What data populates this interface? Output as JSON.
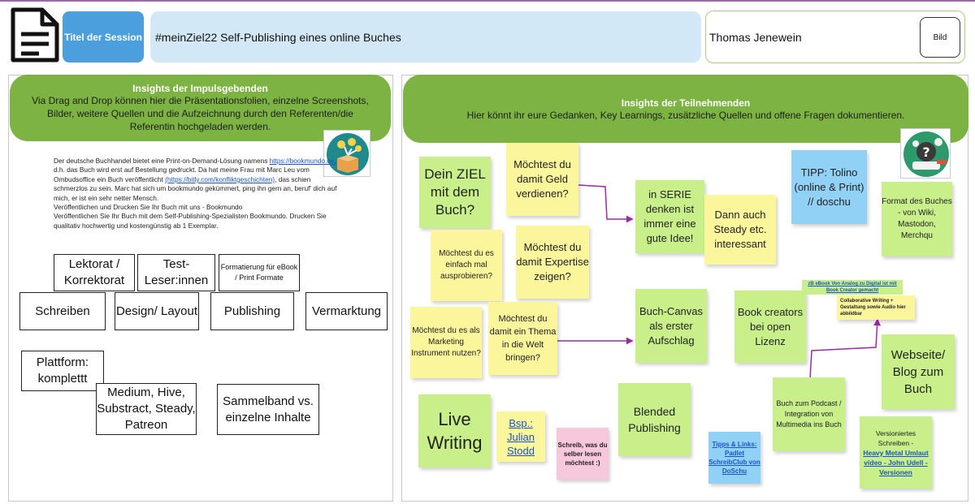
{
  "header": {
    "title_label": "Titel der Session",
    "session_title": "#meinZiel22 Self-Publishing eines online Buches",
    "author": "Thomas Jenewein",
    "image_button": "Bild"
  },
  "left_panel": {
    "banner_title": "Insights der Impulsgebenden",
    "banner_desc": "Via Drag and Drop können hier die Präsentationsfolien, einzelne Screenshots, Bilder, weitere Quellen und die Aufzeichnung durch den Referenten/die Referentin hochgeladen werden.",
    "text_a": "Der deutsche Buchhandel bietet eine Print-on-Demand-Lösung namens",
    "link_a": "https://bookmundo.de",
    "text_b": ", d.h. das Buch wird erst auf Bestellung gedruckt. Da hat meine Frau mit Marc Leu vom Ombudsoffice ein Buch veröffentlicht",
    "link_b": "(https://bitly.com/konfliktgeschichten)",
    "text_c": ", das schien schmerzlos zu sein. Marc hat sich um bookmundo gekümmert, ping ihn gern an, beruf' dich auf mich, er ist ein sehr netter Mensch.",
    "text_d": "Veröffentlichen und Drucken Sie Ihr Buch mit uns - Bookmundo",
    "text_e": "Veröffentlichen Sie Ihr Buch mit dem Self-Publishing-Spezialisten Bookmundo. Drucken Sie qualitativ hochwertig und kostengünstig ab 1 Exemplar.",
    "boxes": {
      "lektorat": "Lektorat / Korrektorat",
      "testleser": "Test-Leser:innen",
      "formatierung": "Formatierung für eBook / Print Formate",
      "schreiben": "Schreiben",
      "design": "Design/ Layout",
      "publishing": "Publishing",
      "vermarktung": "Vermarktung",
      "plattform": "Plattform: komplettt",
      "medium": "Medium, Hive, Substract, Steady, Patreon",
      "sammelband": "Sammelband vs. einzelne Inhalte"
    }
  },
  "right_panel": {
    "banner_title": "Insights der Teilnehmenden",
    "banner_desc": "Hier könnt ihr eure Gedanken, Key Learnings, zusätzliche Quellen und offene Fragen dokumentieren.",
    "notes": {
      "dein_ziel": "Dein ZIEL mit dem Buch?",
      "geld": "Möchtest du damit Geld verdienen?",
      "serie": "in SERIE denken ist immer eine gute Idee!",
      "steady": "Dann auch Steady etc. interessant",
      "tolino": "TIPP: Tolino (online & Print) // doschu",
      "format": "Format des Buches - von Wiki, Mastodon, Merchqu",
      "ausprobieren": "Möchtest du es einfach mal ausprobieren?",
      "expertise": "Möchtest du damit Expertise zeigen?",
      "marketing": "Möchtest du es als Marketing Instrument nutzen?",
      "thema": "Möchtest du damit ein Thema in die Welt bringen?",
      "canvas": "Buch-Canvas als erster Aufschlag",
      "creators": "Book creators bei open Lizenz",
      "ebook_link": "zB eBook Von Analog zu Digital ist mit Book Creator gemacht",
      "collab": "Collaborative Writing + Gestaltung sowie Audio hier abbildbar",
      "webseite": "Webseite/ Blog zum Buch",
      "live": "Live Writing",
      "julian": "Bsp.: Julian Stodd",
      "schreib": "Schreib, was du selber lesen möchtest :)",
      "blended": "Blended Publishing",
      "tipps": "Tipps & Links: Padlet SchreibClub von DoSchu",
      "podcast": "Buch zum Podcast / Integration von Multimedia ins Buch",
      "versioniert_a": "Versioniertes Schreiben -",
      "versioniert_b": "Heavy Metal Umlaut video - John Udell - Versionen"
    }
  },
  "colors": {
    "title_badge": "#4a9fdc",
    "session_bar": "#d3e8f7",
    "banner_green": "#7cb342",
    "note_yellow": "#fbf59b",
    "note_green": "#c8ef8a",
    "note_blue": "#91d1f5",
    "note_pink": "#f7c8dc",
    "arrow_purple": "#9b2aa8"
  },
  "icons": [
    "document-icon",
    "idea-box-icon",
    "question-head-icon"
  ]
}
